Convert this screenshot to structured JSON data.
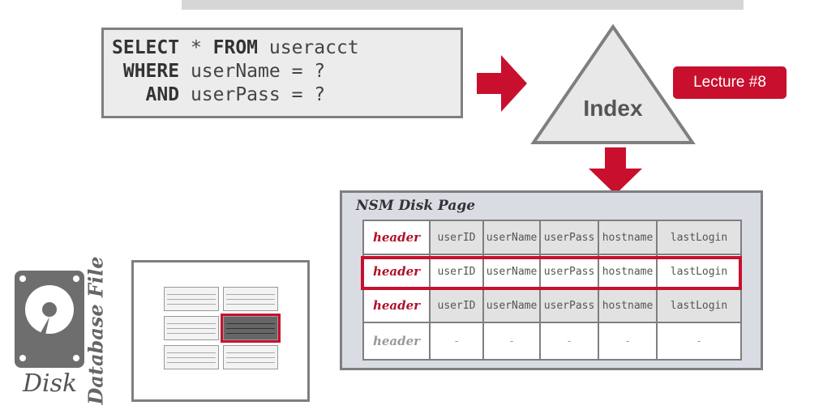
{
  "sql": {
    "lines": [
      {
        "kw": "SELECT",
        "rest": " * ",
        "kw2": "FROM",
        "rest2": " useracct"
      },
      {
        "kw": " WHERE",
        "rest": " userName = ?",
        "kw2": "",
        "rest2": ""
      },
      {
        "kw": "   AND",
        "rest": " userPass = ?",
        "kw2": "",
        "rest2": ""
      }
    ]
  },
  "index_label": "Index",
  "lecture_badge": "Lecture #8",
  "nsm": {
    "title": "NSM Disk Page",
    "rows": [
      [
        "header",
        "userID",
        "userName",
        "userPass",
        "hostname",
        "lastLogin"
      ],
      [
        "header",
        "userID",
        "userName",
        "userPass",
        "hostname",
        "lastLogin"
      ],
      [
        "header",
        "userID",
        "userName",
        "userPass",
        "hostname",
        "lastLogin"
      ],
      [
        "header",
        "-",
        "-",
        "-",
        "-",
        "-"
      ]
    ]
  },
  "disk_label": "Disk",
  "database_file_label": "Database File",
  "colors": {
    "accent": "#c8102e",
    "border": "#7f7f7f",
    "box_fill": "#ececec",
    "page_fill": "#d9dce3"
  },
  "icons": [
    "arrow-right-icon",
    "arrow-down-icon",
    "index-triangle-icon",
    "disk-icon"
  ]
}
